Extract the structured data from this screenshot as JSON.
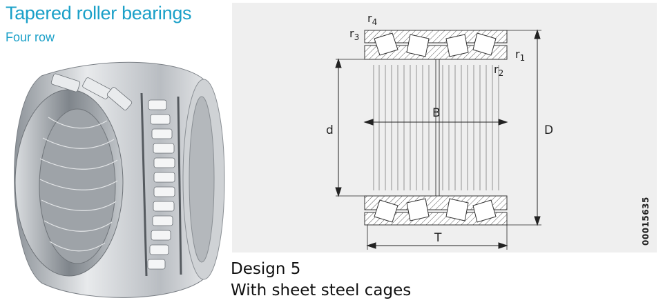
{
  "header": {
    "title": "Tapered roller bearings",
    "subtitle": "Four row"
  },
  "drawing": {
    "labels": {
      "r4": {
        "base": "r",
        "sub": "4"
      },
      "r3": {
        "base": "r",
        "sub": "3"
      },
      "r1": {
        "base": "r",
        "sub": "1"
      },
      "r2": {
        "base": "r",
        "sub": "2"
      },
      "d": "d",
      "B": "B",
      "D": "D",
      "T": "T"
    },
    "code": "00015635"
  },
  "caption": {
    "line1": "Design 5",
    "line2": "With sheet steel cages"
  },
  "colors": {
    "title": "#1aa0c8",
    "drawing_bg": "#efefef",
    "steel": "#c8cbd0"
  }
}
